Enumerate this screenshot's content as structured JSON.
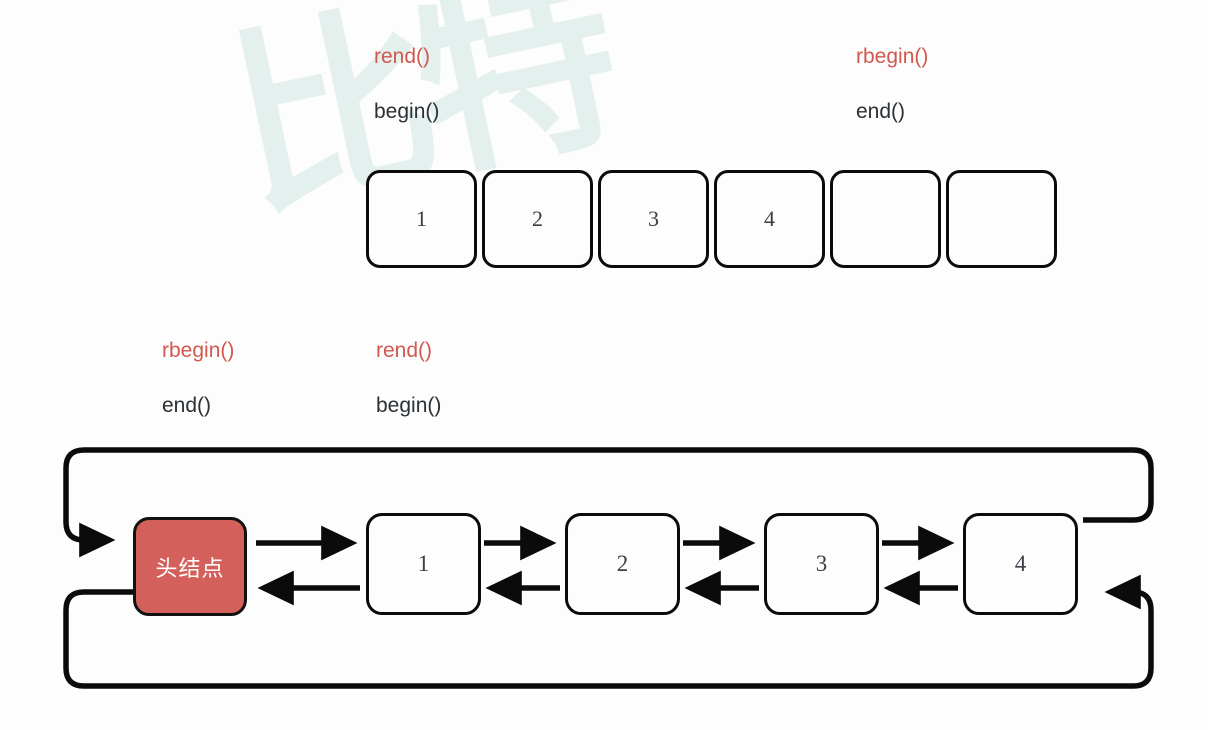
{
  "diagram": {
    "title": "STL iterator ranges on vector and circular doubly linked list",
    "colors": {
      "accent_red": "#d1584f",
      "head_node_fill": "#d4605c",
      "stroke": "#0b0b0b",
      "text_dark": "#2b3034",
      "watermark": "#e2f0ee",
      "background": "#fdfdfd"
    },
    "watermark": {
      "text": "比特"
    }
  },
  "vector_section": {
    "labels": {
      "left_top": {
        "text": "rend()",
        "color": "red"
      },
      "left_bottom": {
        "text": "begin()",
        "color": "dark"
      },
      "right_top": {
        "text": "rbegin()",
        "color": "red"
      },
      "right_bottom": {
        "text": "end()",
        "color": "dark"
      }
    },
    "cells": [
      {
        "value": "1"
      },
      {
        "value": "2"
      },
      {
        "value": "3"
      },
      {
        "value": "4"
      },
      {
        "value": ""
      },
      {
        "value": ""
      }
    ]
  },
  "list_section": {
    "labels": {
      "left_top": {
        "text": "rbegin()",
        "color": "red"
      },
      "left_bottom": {
        "text": "end()",
        "color": "dark"
      },
      "right_top": {
        "text": "rend()",
        "color": "red"
      },
      "right_bottom": {
        "text": "begin()",
        "color": "dark"
      }
    },
    "nodes": [
      {
        "value": "头结点",
        "kind": "head"
      },
      {
        "value": "1",
        "kind": "data"
      },
      {
        "value": "2",
        "kind": "data"
      },
      {
        "value": "3",
        "kind": "data"
      },
      {
        "value": "4",
        "kind": "data"
      }
    ]
  }
}
